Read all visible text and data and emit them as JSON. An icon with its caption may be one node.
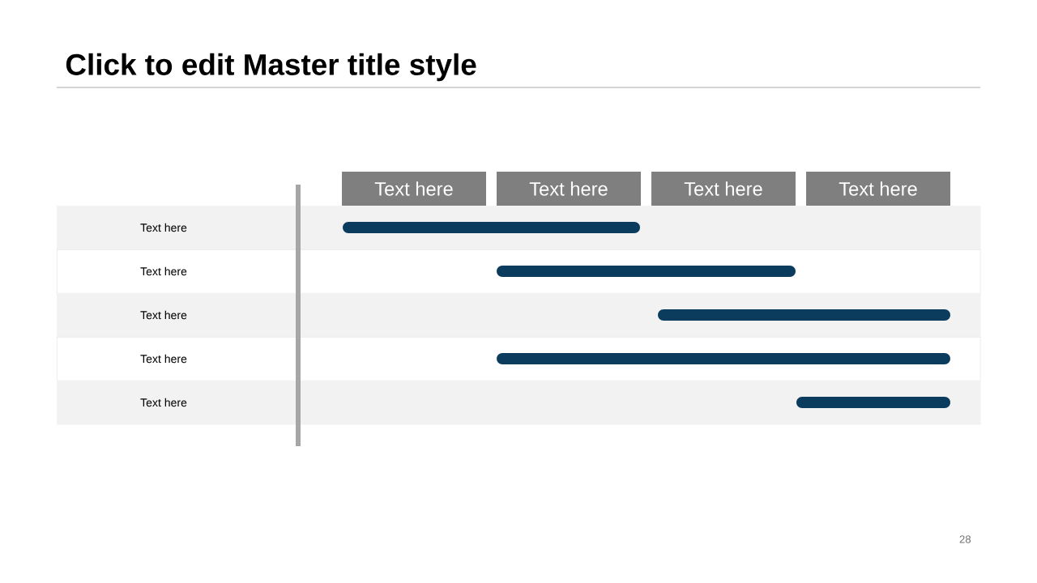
{
  "diagram": {
    "title": "Click to edit Master title style",
    "nodes": [
      {
        "text": [
          "Text here"
        ]
      },
      {
        "text": [
          "Text here"
        ]
      },
      {
        "text": [
          "Text here"
        ]
      },
      {
        "text": [
          "Text here"
        ]
      },
      {
        "text": [
          "Text here"
        ]
      },
      {
        "text": [],
        "shape": "bar",
        "in": 4
      },
      {
        "text": [
          "Text here"
        ]
      },
      {
        "text": [],
        "shape": "bar",
        "in": 6
      },
      {
        "text": [
          "Text here"
        ]
      },
      {
        "text": [],
        "shape": "bar",
        "in": 8
      },
      {
        "text": [
          "Text here"
        ]
      },
      {
        "text": [],
        "shape": "bar",
        "in": 10
      },
      {
        "text": [
          "Text here"
        ]
      },
      {
        "text": [],
        "shape": "bar",
        "in": 12
      }
    ],
    "labels": [
      "28"
    ]
  }
}
